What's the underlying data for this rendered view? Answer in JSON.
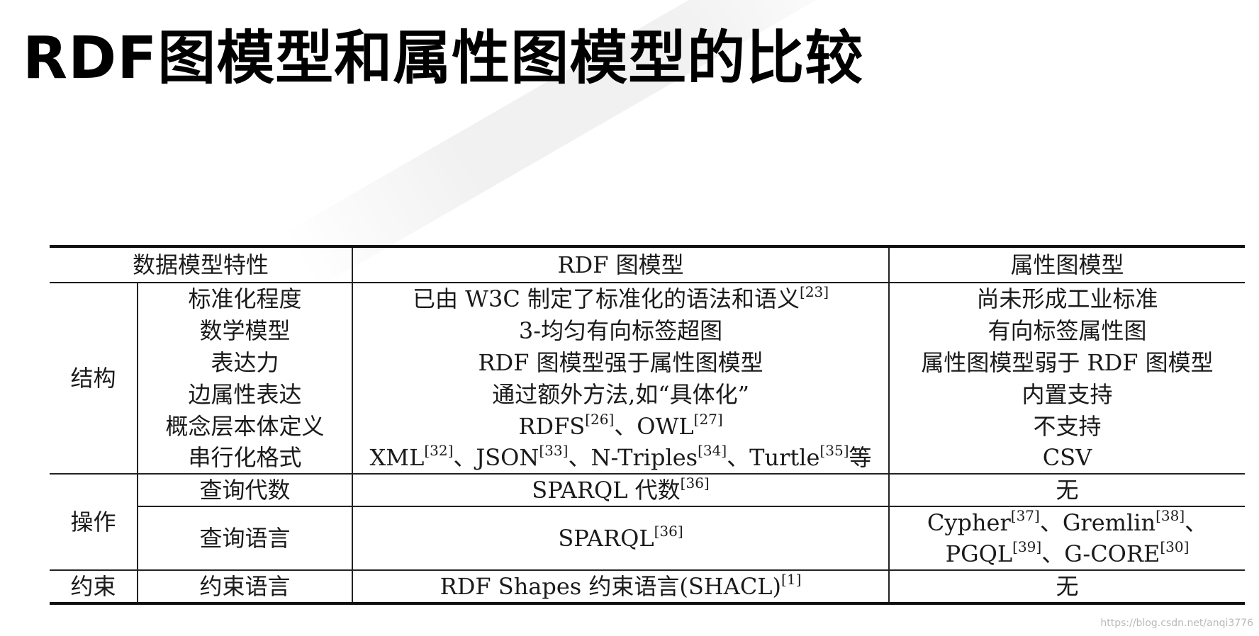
{
  "title": "RDF图模型和属性图模型的比较",
  "table": {
    "headers": {
      "feature": "数据模型特性",
      "rdf": "RDF 图模型",
      "pg": "属性图模型"
    },
    "groups": {
      "structure": "结构",
      "operation": "操作",
      "constraint": "约束"
    },
    "rows": [
      {
        "feature": "标准化程度",
        "rdf": "已由 W3C 制定了标准化的语法和语义",
        "rdf_ref": "[23]",
        "pg": "尚未形成工业标准"
      },
      {
        "feature": "数学模型",
        "rdf": "3-均匀有向标签超图",
        "pg": "有向标签属性图"
      },
      {
        "feature": "表达力",
        "rdf": "RDF 图模型强于属性图模型",
        "pg": "属性图模型弱于 RDF 图模型"
      },
      {
        "feature": "边属性表达",
        "rdf": "通过额外方法,如“具体化”",
        "pg": "内置支持"
      },
      {
        "feature": "概念层本体定义",
        "rdf_parts": [
          "RDFS",
          "[26]",
          "、OWL",
          "[27]"
        ],
        "pg": "不支持"
      },
      {
        "feature": "串行化格式",
        "rdf_parts": [
          "XML",
          "[32]",
          "、JSON",
          "[33]",
          "、N-Triples",
          "[34]",
          "、Turtle",
          "[35]",
          "等"
        ],
        "pg": "CSV"
      },
      {
        "feature": "查询代数",
        "rdf": "SPARQL 代数",
        "rdf_ref": "[36]",
        "pg": "无"
      },
      {
        "feature": "查询语言",
        "rdf": "SPARQL",
        "rdf_ref": "[36]",
        "pg_parts": [
          "Cypher",
          "[37]",
          "、Gremlin",
          "[38]",
          "、",
          "PGQL",
          "[39]",
          "、G-CORE",
          "[30]"
        ]
      },
      {
        "feature": "约束语言",
        "rdf": "RDF Shapes 约束语言(SHACL)",
        "rdf_ref": "[1]",
        "pg": "无"
      }
    ]
  },
  "credit": "https://blog.csdn.net/anqi3776"
}
